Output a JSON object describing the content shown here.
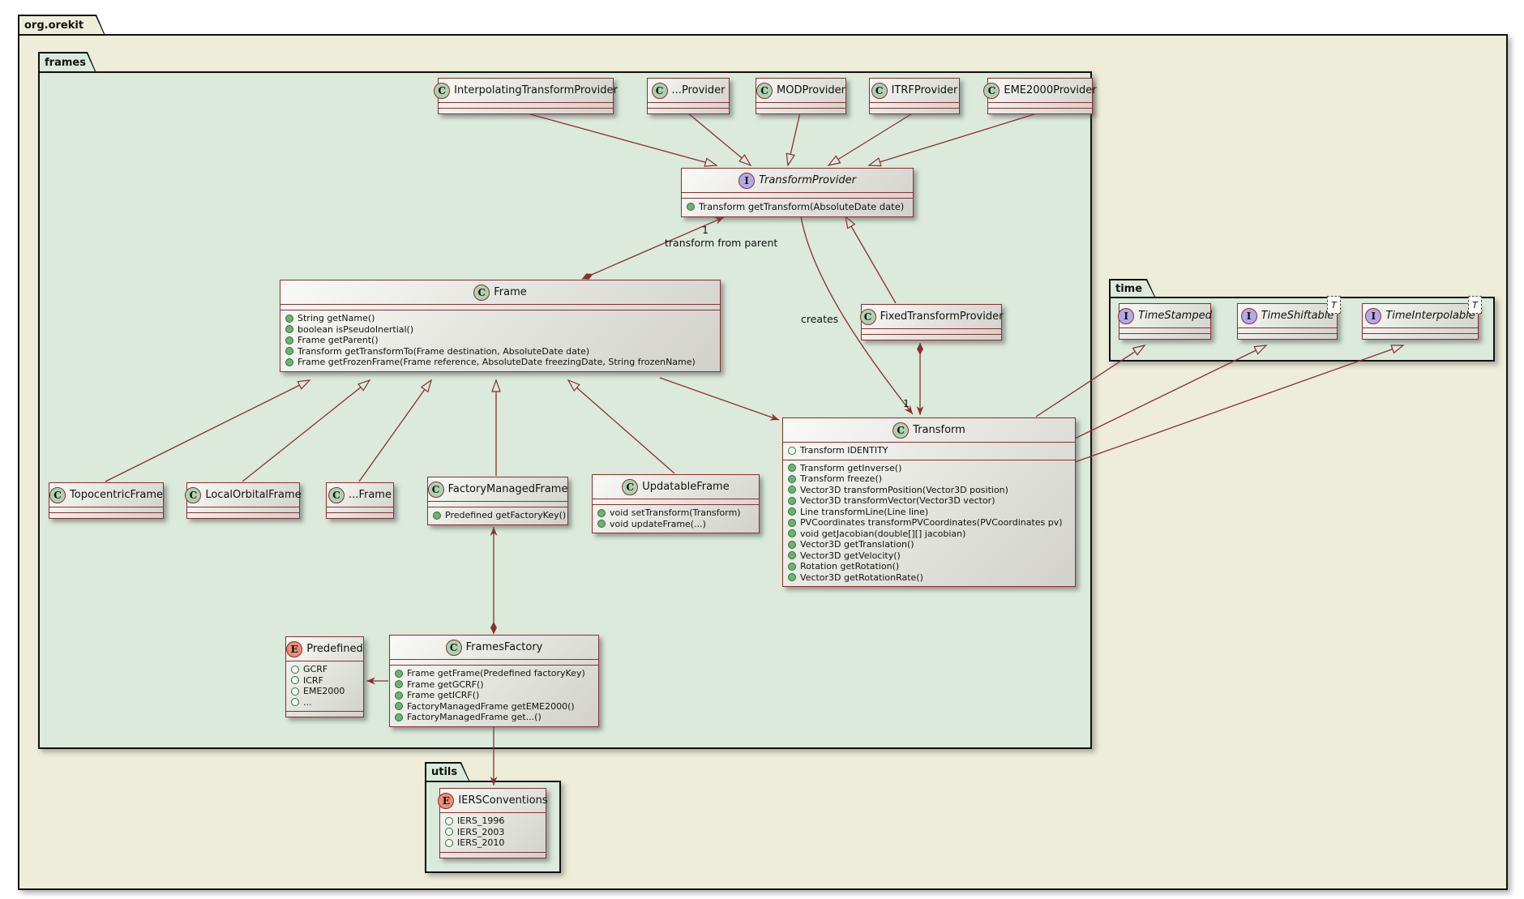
{
  "packages": {
    "org_orekit": "org.orekit",
    "frames": "frames",
    "time": "time",
    "utils": "utils"
  },
  "edge_labels": {
    "tp_multiplicity": "1",
    "transform_from_parent": "transform from parent",
    "creates": "creates",
    "transform_multiplicity": "1"
  },
  "generic_type": "T",
  "classes": {
    "interpolating_transform_provider": {
      "badge": "C",
      "name": "InterpolatingTransformProvider"
    },
    "dots_provider": {
      "badge": "C",
      "name": "...Provider"
    },
    "mod_provider": {
      "badge": "C",
      "name": "MODProvider"
    },
    "itrf_provider": {
      "badge": "C",
      "name": "ITRFProvider"
    },
    "eme2000_provider": {
      "badge": "C",
      "name": "EME2000Provider"
    },
    "transform_provider": {
      "badge": "I",
      "name": "TransformProvider",
      "methods": [
        "Transform getTransform(AbsoluteDate date)"
      ]
    },
    "frame": {
      "badge": "C",
      "name": "Frame",
      "methods": [
        "String getName()",
        "boolean isPseudoInertial()",
        "Frame getParent()",
        "Transform getTransformTo(Frame destination, AbsoluteDate date)",
        "Frame getFrozenFrame(Frame reference, AbsoluteDate freezingDate, String frozenName)"
      ]
    },
    "fixed_transform_provider": {
      "badge": "C",
      "name": "FixedTransformProvider"
    },
    "transform": {
      "badge": "C",
      "name": "Transform",
      "fields": [
        "Transform IDENTITY"
      ],
      "methods": [
        "Transform getInverse()",
        "Transform freeze()",
        "Vector3D transformPosition(Vector3D position)",
        "Vector3D transformVector(Vector3D vector)",
        "Line transformLine(Line line)",
        "PVCoordinates transformPVCoordinates(PVCoordinates pv)",
        "void getJacobian(double[][] jacobian)",
        "Vector3D getTranslation()",
        "Vector3D getVelocity()",
        "Rotation getRotation()",
        "Vector3D getRotationRate()"
      ]
    },
    "topocentric_frame": {
      "badge": "C",
      "name": "TopocentricFrame"
    },
    "local_orbital_frame": {
      "badge": "C",
      "name": "LocalOrbitalFrame"
    },
    "dots_frame": {
      "badge": "C",
      "name": "...Frame"
    },
    "factory_managed_frame": {
      "badge": "C",
      "name": "FactoryManagedFrame",
      "methods": [
        "Predefined getFactoryKey()"
      ]
    },
    "updatable_frame": {
      "badge": "C",
      "name": "UpdatableFrame",
      "methods": [
        "void setTransform(Transform)",
        "void updateFrame(...)"
      ]
    },
    "predefined": {
      "badge": "E",
      "name": "Predefined",
      "fields": [
        "GCRF",
        "ICRF",
        "EME2000",
        "..."
      ]
    },
    "frames_factory": {
      "badge": "C",
      "name": "FramesFactory",
      "methods": [
        "Frame getFrame(Predefined factoryKey)",
        "Frame getGCRF()",
        "Frame getICRF()",
        "FactoryManagedFrame getEME2000()",
        "FactoryManagedFrame get...()"
      ]
    },
    "iers_conventions": {
      "badge": "E",
      "name": "IERSConventions",
      "fields": [
        "IERS_1996",
        "IERS_2003",
        "IERS_2010"
      ]
    },
    "time_stamped": {
      "badge": "I",
      "name": "TimeStamped"
    },
    "time_shiftable": {
      "badge": "I",
      "name": "TimeShiftable"
    },
    "time_interpolable": {
      "badge": "I",
      "name": "TimeInterpolable"
    }
  }
}
